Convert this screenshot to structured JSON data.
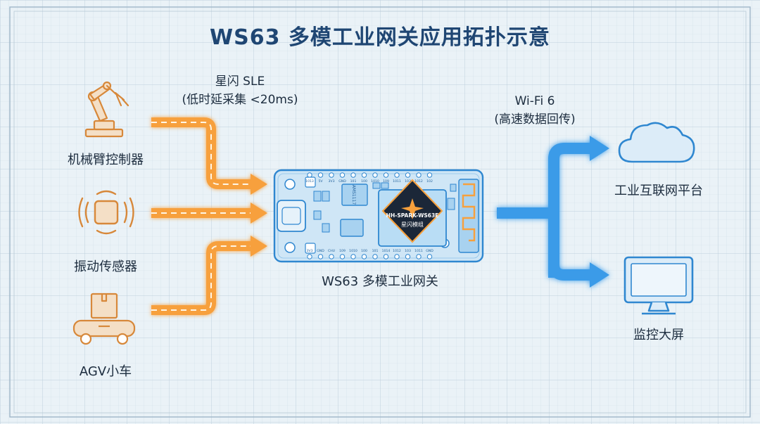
{
  "title": "WS63 多模工业网关应用拓扑示意",
  "left_devices": [
    {
      "label": "机械臂控制器",
      "icon": "robot-arm-icon"
    },
    {
      "label": "振动传感器",
      "icon": "vibration-sensor-icon"
    },
    {
      "label": "AGV小车",
      "icon": "agv-cart-icon"
    }
  ],
  "left_protocol": {
    "name": "星闪 SLE",
    "desc": "(低时延采集 <20ms)"
  },
  "right_protocol": {
    "name": "Wi-Fi 6",
    "desc": "(高速数据回传)"
  },
  "gateway": {
    "label": "WS63 多模工业网关",
    "chip_text_1": "HH-SPARK-WS63E",
    "chip_text_2": "星闪模组",
    "regulator_text": "AMS1117",
    "top_pins": [
      "1013",
      "5V",
      "3V3",
      "GND",
      "101",
      "100",
      "1010",
      "109",
      "1011",
      "103",
      "1012",
      "102"
    ],
    "bottom_pins": [
      "3V3",
      "GND",
      "CHU",
      "109",
      "1010",
      "100",
      "101",
      "1014",
      "1012",
      "103",
      "1011",
      "GND"
    ]
  },
  "right_devices": [
    {
      "label": "工业互联网平台",
      "icon": "cloud-icon"
    },
    {
      "label": "监控大屏",
      "icon": "monitor-icon"
    }
  ],
  "colors": {
    "orange": "#f7a03c",
    "blue": "#3b9be8",
    "pcb": "#cde5f5",
    "title": "#1f4673"
  }
}
